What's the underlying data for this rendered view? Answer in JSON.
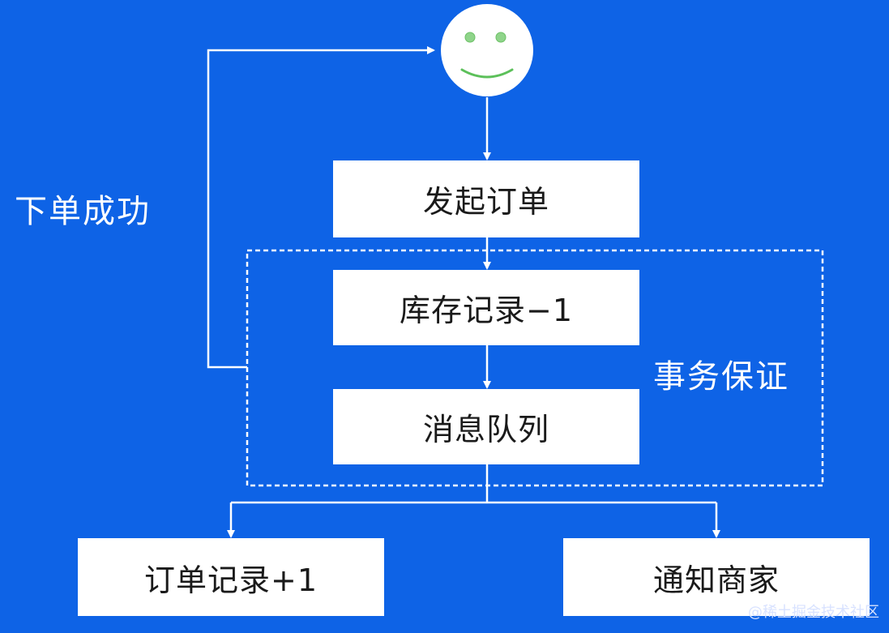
{
  "diagram": {
    "background_color": "#0e63e6",
    "start_icon": "smiley-face-icon",
    "nodes": {
      "start_order": "发起订单",
      "inventory_minus": "库存记录−1",
      "message_queue": "消息队列",
      "order_record_plus": "订单记录+1",
      "notify_merchant": "通知商家"
    },
    "labels": {
      "order_success": "下单成功",
      "transaction_guarantee": "事务保证"
    },
    "watermark": "@稀土掘金技术社区"
  }
}
